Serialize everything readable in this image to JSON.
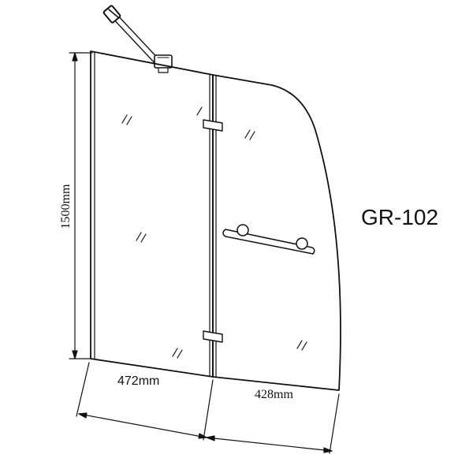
{
  "model_label": "GR-102",
  "dimensions": {
    "height": "1500mm",
    "panel_left_width": "472mm",
    "panel_right_width": "428mm"
  },
  "colors": {
    "line": "#111111",
    "background": "#ffffff"
  }
}
